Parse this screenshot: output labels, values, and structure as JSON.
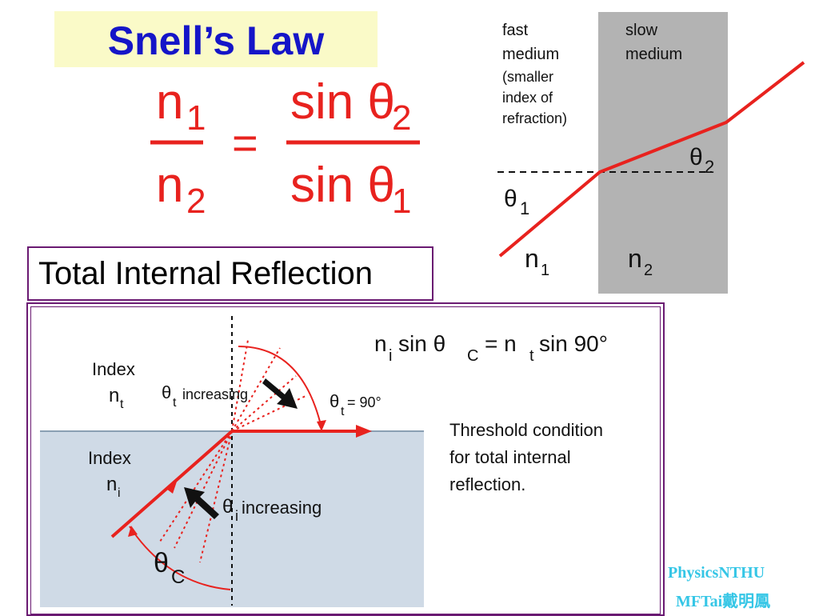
{
  "title": "Snell’s Law",
  "formula": {
    "n1": "n",
    "n1_sub": "1",
    "n2": "n",
    "n2_sub": "2",
    "equals": "=",
    "sin_top": "sin θ",
    "sin_top_sub": "2",
    "sin_bottom": "sin θ",
    "sin_bottom_sub": "1"
  },
  "refraction_diagram": {
    "fast_label": [
      "fast",
      "medium",
      "(smaller",
      "index of",
      "refraction)"
    ],
    "slow_label": [
      "slow",
      "medium"
    ],
    "theta1": "θ",
    "theta1_sub": "1",
    "theta2": "θ",
    "theta2_sub": "2",
    "n1": "n",
    "n1_sub": "1",
    "n2": "n",
    "n2_sub": "2"
  },
  "tir_heading": "Total Internal Reflection",
  "tir_figure": {
    "index_t": [
      "Index",
      "n",
      "t"
    ],
    "index_i": [
      "Index",
      "n",
      "i"
    ],
    "theta_t_increasing": [
      "θ",
      "t",
      "increasing"
    ],
    "theta_t_90": [
      "θ",
      "t",
      " = 90°"
    ],
    "theta_i_increasing": [
      "θ",
      "i",
      " increasing"
    ],
    "theta_c": [
      "θ",
      "C"
    ],
    "equation": [
      "n",
      "i",
      " sin θ",
      "C",
      "= n",
      "t",
      " sin 90°"
    ],
    "threshold_lines": [
      "Threshold condition",
      "for total internal",
      "reflection."
    ]
  },
  "credit": {
    "line1": "PhysicsNTHU",
    "line2": "MFTai戴明鳳"
  },
  "colors": {
    "title": "#1515c8",
    "title_bg": "#fafac8",
    "formula_red": "#e8221e",
    "slow_medium": "#b3b3b3",
    "frame": "#6a1a72",
    "water": "#cfdae6",
    "credit": "#35c6e6"
  }
}
